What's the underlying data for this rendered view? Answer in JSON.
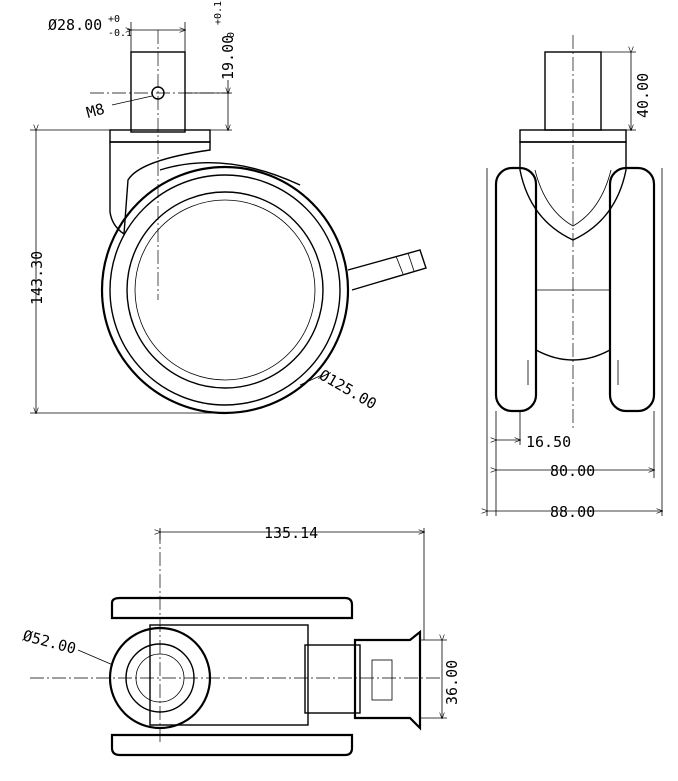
{
  "side_view": {
    "dia_28": "Ø28.00",
    "dia_28_tol_upper": "+0",
    "dia_28_tol_lower": "-0.1",
    "height_19": "19.00",
    "height_19_tol_upper": "+0.1",
    "height_19_tol_lower": "0",
    "thread": "M8",
    "total_height": "143.30",
    "wheel_diameter": "Ø125.00"
  },
  "front_view": {
    "stem_height": "40.00",
    "tread_width": "16.50",
    "wheel_span": "80.00",
    "overall_width": "88.00"
  },
  "top_view": {
    "brake_reach": "135.14",
    "housing_diameter": "Ø52.00",
    "pedal_width": "36.00"
  }
}
